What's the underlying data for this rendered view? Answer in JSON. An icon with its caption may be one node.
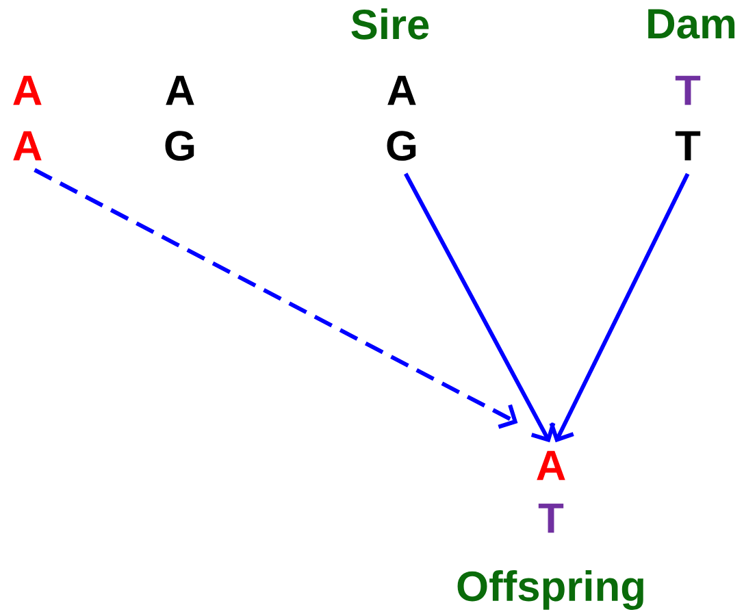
{
  "diagram": {
    "nodes": [
      {
        "text": [
          "A",
          "A"
        ]
      },
      {
        "text": [
          "Sire",
          "A",
          "G"
        ]
      },
      {
        "text": [
          "Dam",
          "T",
          "T"
        ]
      },
      {
        "text": [
          "A",
          "T",
          "Offspring"
        ]
      }
    ],
    "edges": [
      {
        "from": 0,
        "to": 3,
        "arrow": "to",
        "style": "dashed"
      },
      {
        "from": 1,
        "to": 3,
        "arrow": "to"
      },
      {
        "from": 2,
        "to": 3,
        "arrow": "to"
      }
    ],
    "labels": [
      "A",
      "G"
    ]
  }
}
